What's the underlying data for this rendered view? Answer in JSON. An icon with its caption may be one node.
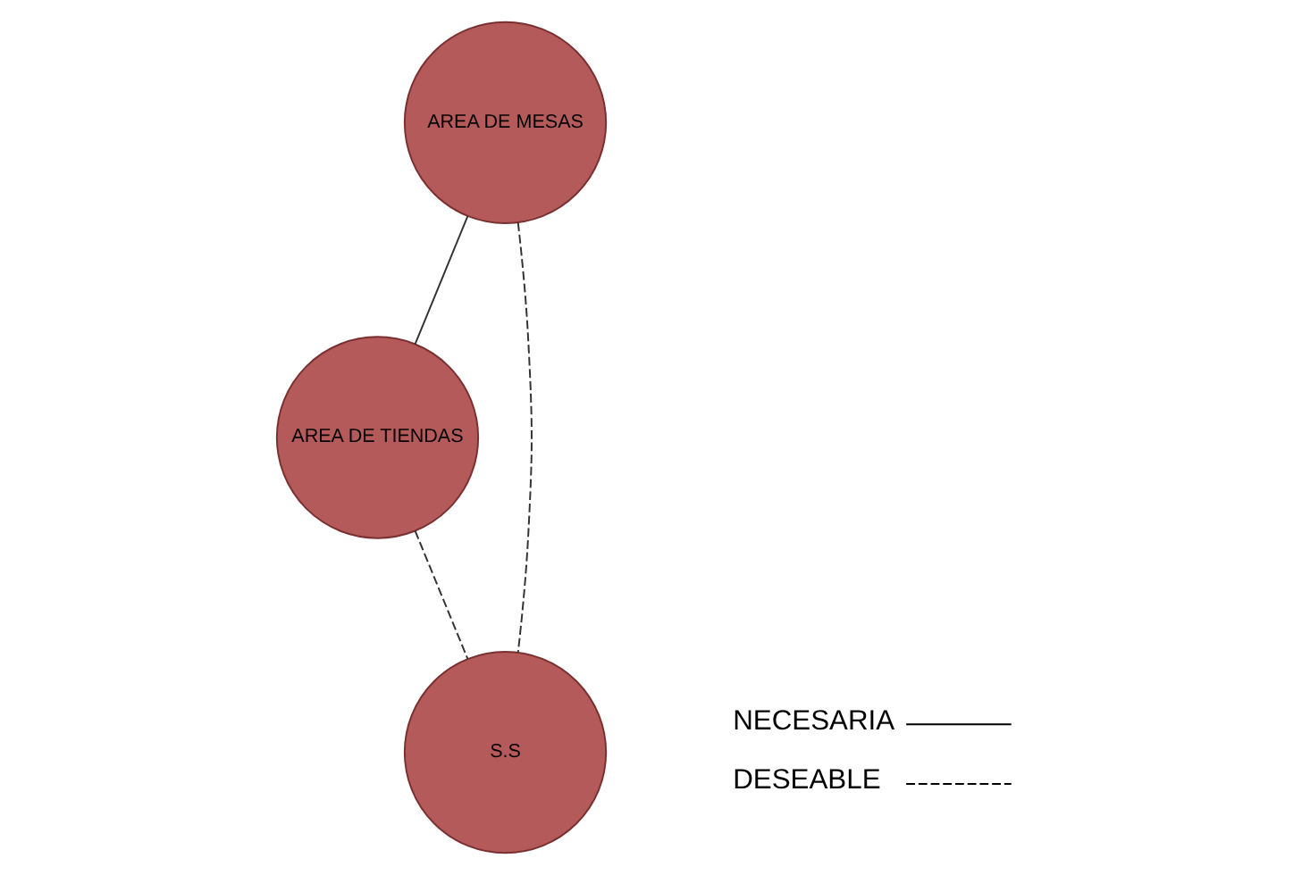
{
  "diagram": {
    "nodes": [
      {
        "text": [
          "AREA DE MESAS"
        ]
      },
      {
        "text": [
          "AREA DE TIENDAS"
        ]
      },
      {
        "text": [
          "S.S"
        ]
      }
    ],
    "edges": [
      {
        "from": 0,
        "to": 1,
        "arrow": "none"
      },
      {
        "from": 0,
        "to": 2,
        "arrow": "none",
        "style": "dashed"
      },
      {
        "from": 1,
        "to": 2,
        "arrow": "none",
        "style": "dashed"
      }
    ],
    "legend": [
      {
        "text": "NECESARIA"
      },
      {
        "text": "DESEABLE"
      }
    ]
  }
}
